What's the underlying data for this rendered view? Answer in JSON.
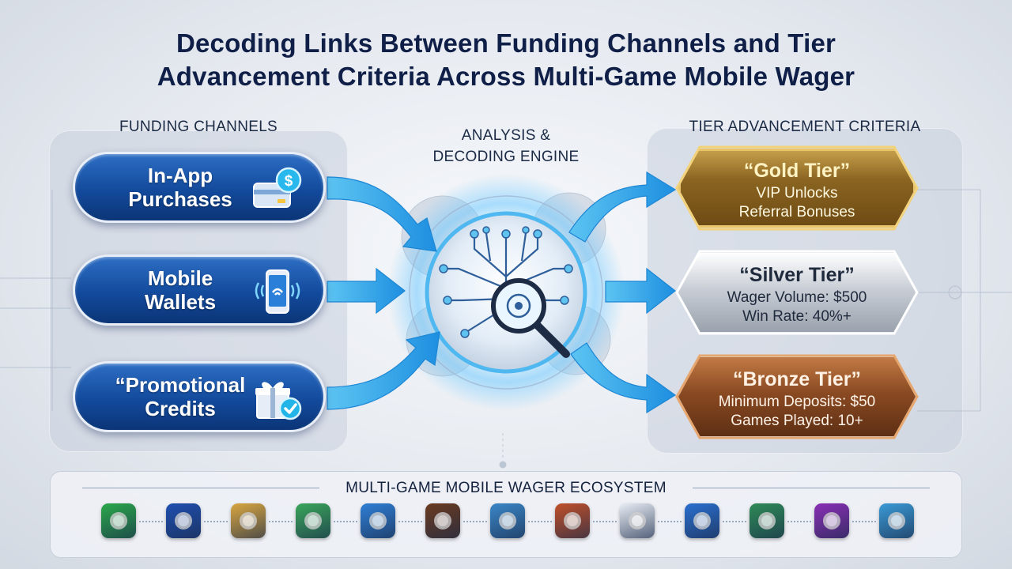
{
  "title_line1": "Decoding Links Between Funding Channels and Tier",
  "title_line2": "Advancement Criteria Across Multi-Game Mobile Wager",
  "funding_label": "FUNDING CHANNELS",
  "engine_label_line1": "ANALYSIS &",
  "engine_label_line2": "DECODING ENGINE",
  "tier_label": "TIER ADVANCEMENT CRITERIA",
  "funding": [
    {
      "line1": "In-App",
      "line2": "Purchases",
      "icon": "credit-card-coin-icon"
    },
    {
      "line1": "Mobile",
      "line2": "Wallets",
      "icon": "smartphone-contactless-icon"
    },
    {
      "line1": "“Promotional",
      "line2": "Credits",
      "icon": "gift-check-icon"
    }
  ],
  "tiers": [
    {
      "title": "“Gold Tier”",
      "line1": "VIP Unlocks",
      "line2": "Referral Bonuses"
    },
    {
      "title": "“Silver Tier”",
      "line1": "Wager Volume: $500",
      "line2": "Win Rate: 40%+"
    },
    {
      "title": "“Bronze Tier”",
      "line1": "Minimum Deposits: $50",
      "line2": "Games Played: 10+"
    }
  ],
  "ecosystem_label": "MULTI-GAME MOBILE WAGER ECOSYSTEM",
  "games": [
    {
      "icon": "poker-chip-green-icon",
      "color": "#2aa84a"
    },
    {
      "icon": "poker-chip-red-icon",
      "color": "#1f4fb0"
    },
    {
      "icon": "slot-machine-icon",
      "color": "#d9a640"
    },
    {
      "icon": "racing-game-icon",
      "color": "#3aa65a"
    },
    {
      "icon": "red-car-icon",
      "color": "#2f7fd6"
    },
    {
      "icon": "slot-reels-icon",
      "color": "#6b3a1f"
    },
    {
      "icon": "sports-car-icon",
      "color": "#3a86c8"
    },
    {
      "icon": "adventure-game-icon",
      "color": "#c0502a"
    },
    {
      "icon": "puzzle-blocks-icon",
      "color": "#e8edf4"
    },
    {
      "icon": "yellow-car-icon",
      "color": "#2b6fcf"
    },
    {
      "icon": "character-game-icon",
      "color": "#2e8b57"
    },
    {
      "icon": "gem-game-icon",
      "color": "#8a2fb5"
    },
    {
      "icon": "target-game-icon",
      "color": "#3a9ad6"
    }
  ],
  "colors": {
    "accent": "#2fa8e8",
    "navy": "#0f1f47"
  }
}
